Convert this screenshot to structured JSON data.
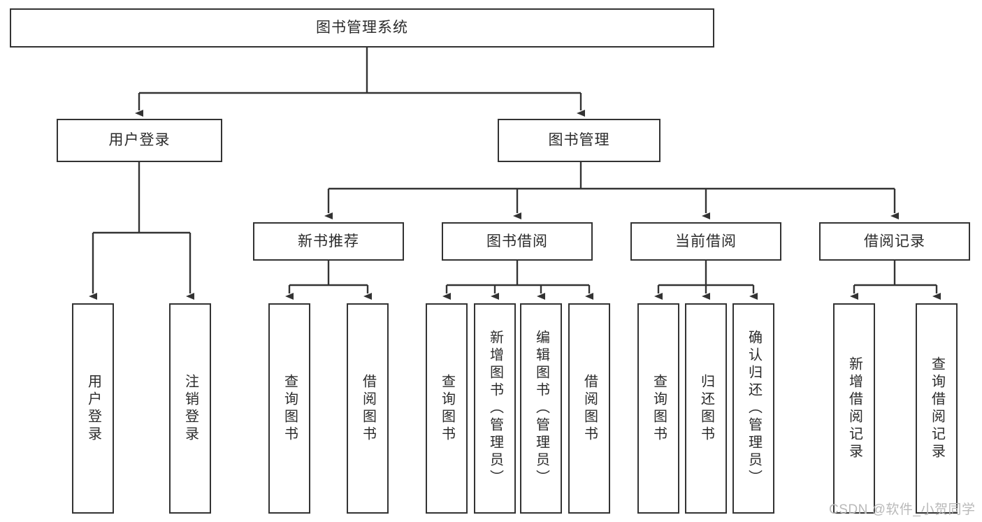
{
  "diagram": {
    "type": "tree",
    "title": "图书管理系统",
    "root": {
      "label": "图书管理系统",
      "children": [
        {
          "label": "用户登录",
          "children": [
            {
              "label": "用户登录"
            },
            {
              "label": "注销登录"
            }
          ]
        },
        {
          "label": "图书管理",
          "children": [
            {
              "label": "新书推荐",
              "children": [
                {
                  "label": "查询图书"
                },
                {
                  "label": "借阅图书"
                }
              ]
            },
            {
              "label": "图书借阅",
              "children": [
                {
                  "label": "查询图书"
                },
                {
                  "label": "新增图书（管理员）"
                },
                {
                  "label": "编辑图书（管理员）"
                },
                {
                  "label": "借阅图书"
                }
              ]
            },
            {
              "label": "当前借阅",
              "children": [
                {
                  "label": "查询图书"
                },
                {
                  "label": "归还图书"
                },
                {
                  "label": "确认归还（管理员）"
                }
              ]
            },
            {
              "label": "借阅记录",
              "children": [
                {
                  "label": "新增借阅记录"
                },
                {
                  "label": "查询借阅记录"
                }
              ]
            }
          ]
        }
      ]
    }
  },
  "nodes": {
    "root": "图书管理系统",
    "user_login": "用户登录",
    "book_manage": "图书管理",
    "new_book_rec": "新书推荐",
    "book_borrow": "图书借阅",
    "current_borrow": "当前借阅",
    "borrow_record": "借阅记录",
    "leaf_user_login": "用户登录",
    "leaf_logout": "注销登录",
    "leaf_rec_query": "查询图书",
    "leaf_rec_borrow": "借阅图书",
    "leaf_borrow_query": "查询图书",
    "leaf_borrow_add": "新增图书（管理员）",
    "leaf_borrow_edit": "编辑图书（管理员）",
    "leaf_borrow_borrow": "借阅图书",
    "leaf_cur_query": "查询图书",
    "leaf_cur_return": "归还图书",
    "leaf_cur_confirm": "确认归还（管理员）",
    "leaf_rec_add": "新增借阅记录",
    "leaf_rec_search": "查询借阅记录"
  },
  "watermark": {
    "text": "CSDN @软件_小贺同学"
  },
  "colors": {
    "border": "#333333",
    "text": "#2b2b2b",
    "background": "#ffffff",
    "watermark": "#b9b9b9"
  }
}
